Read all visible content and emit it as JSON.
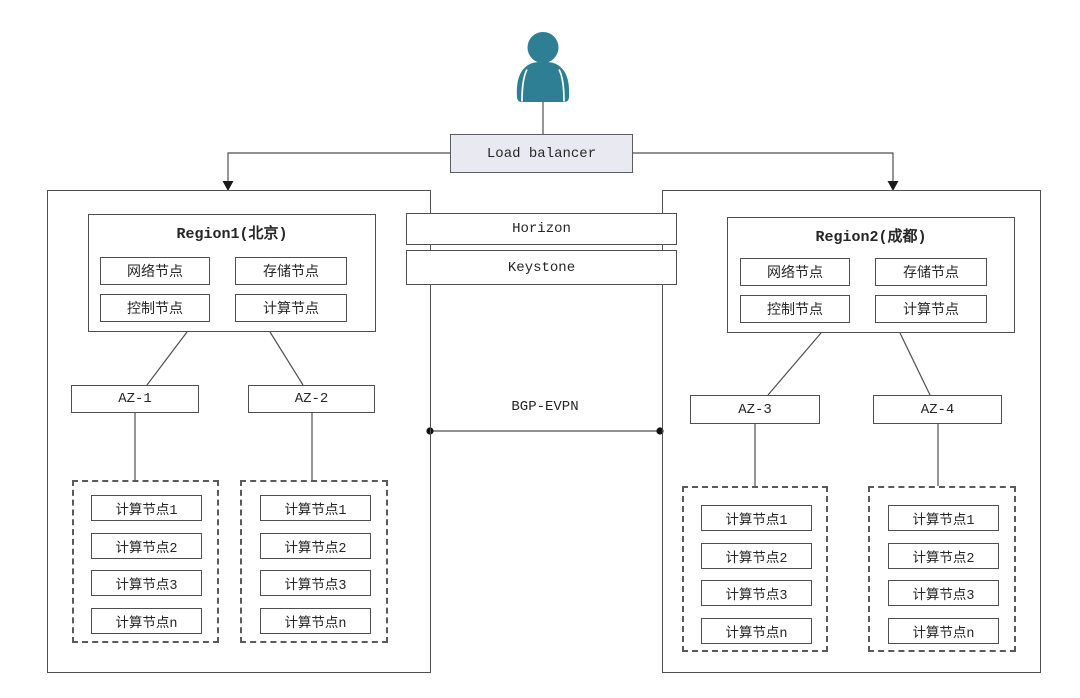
{
  "diagram": {
    "load_balancer": "Load balancer",
    "services": {
      "horizon": "Horizon",
      "keystone": "Keystone"
    },
    "interconnect": "BGP-EVPN",
    "regions": [
      {
        "title": "Region1(北京)",
        "nodes": [
          "网络节点",
          "存储节点",
          "控制节点",
          "计算节点"
        ],
        "azs": [
          {
            "label": "AZ-1",
            "compute_nodes": [
              "计算节点1",
              "计算节点2",
              "计算节点3",
              "计算节点n"
            ]
          },
          {
            "label": "AZ-2",
            "compute_nodes": [
              "计算节点1",
              "计算节点2",
              "计算节点3",
              "计算节点n"
            ]
          }
        ]
      },
      {
        "title": "Region2(成都)",
        "nodes": [
          "网络节点",
          "存储节点",
          "控制节点",
          "计算节点"
        ],
        "azs": [
          {
            "label": "AZ-3",
            "compute_nodes": [
              "计算节点1",
              "计算节点2",
              "计算节点3",
              "计算节点n"
            ]
          },
          {
            "label": "AZ-4",
            "compute_nodes": [
              "计算节点1",
              "计算节点2",
              "计算节点3",
              "计算节点n"
            ]
          }
        ]
      }
    ],
    "colors": {
      "user_icon": "#2e7e94",
      "load_balancer_fill": "#e9e9f1",
      "line": "#4f4f4f",
      "dot": "#111111"
    }
  }
}
